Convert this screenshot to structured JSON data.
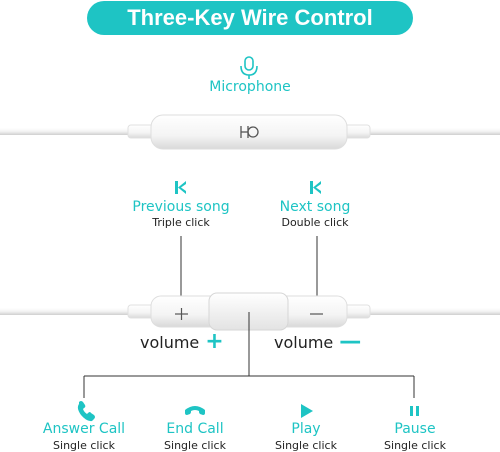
{
  "title": "Three-Key Wire Control",
  "microphone": {
    "label": "Microphone",
    "icon": "microphone-icon"
  },
  "previous": {
    "label": "Previous song",
    "sublabel": "Triple click",
    "icon": "previous-icon"
  },
  "next": {
    "label": "Next song",
    "sublabel": "Double click",
    "icon": "next-icon"
  },
  "volume_up": {
    "label": "volume",
    "sign": "+"
  },
  "volume_down": {
    "label": "volume",
    "sign": "—"
  },
  "actions": [
    {
      "label": "Answer Call",
      "sublabel": "Single click",
      "icon": "phone-icon"
    },
    {
      "label": "End Call",
      "sublabel": "Single click",
      "icon": "end-call-icon"
    },
    {
      "label": "Play",
      "sublabel": "Single click",
      "icon": "play-icon"
    },
    {
      "label": "Pause",
      "sublabel": "Single click",
      "icon": "pause-icon"
    }
  ],
  "colors": {
    "accent": "#1ec4c4",
    "text": "#222222",
    "cable": "#e8e8e8"
  }
}
